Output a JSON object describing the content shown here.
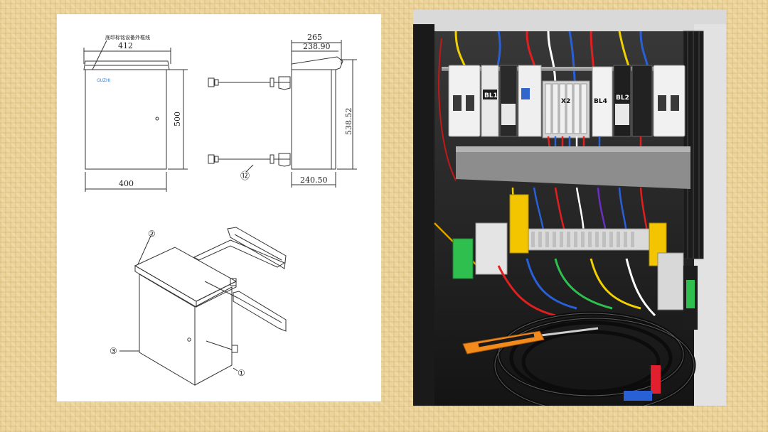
{
  "drawing": {
    "top_note": "底印标铭设备外框线",
    "brand_mark": "GUZHI",
    "front_view": {
      "width_top": "412",
      "width_bottom": "400",
      "height": "500"
    },
    "side_view": {
      "depth_top": "265",
      "depth_inner": "238.90",
      "height": "538.52",
      "depth_bottom": "240.50"
    },
    "bracket_callout": "⑫",
    "iso_callouts": [
      "②",
      "③",
      "①"
    ]
  },
  "photo": {
    "labels": [
      "BL1",
      "X2",
      "BL4",
      "BL2"
    ]
  }
}
